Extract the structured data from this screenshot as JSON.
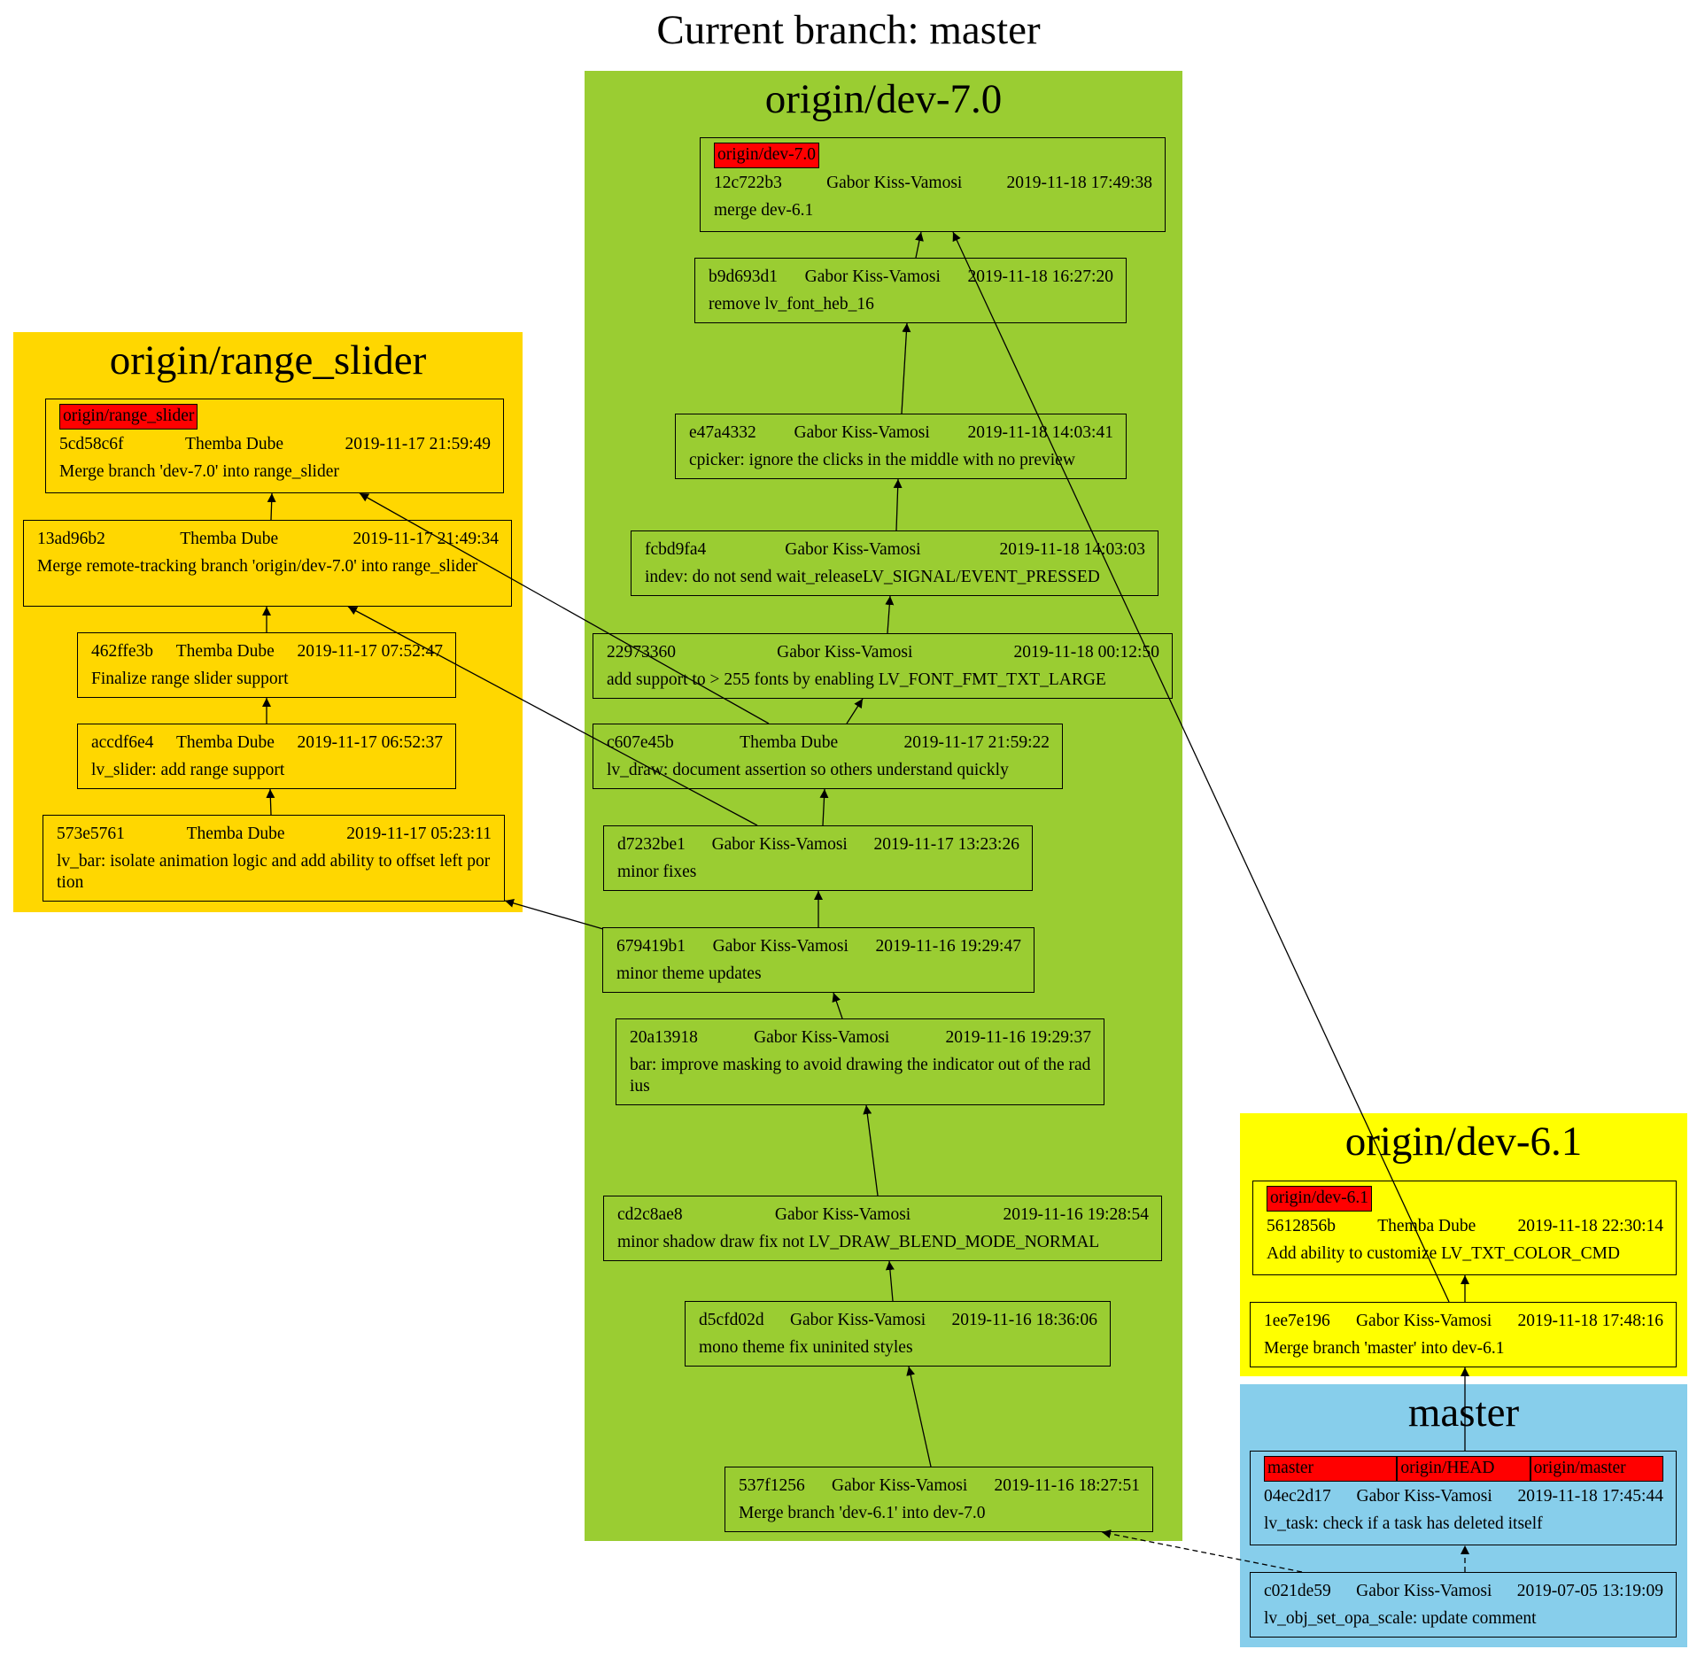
{
  "title": "Current branch: master",
  "colors": {
    "range_slider_cluster": "#ffd700",
    "dev70_cluster": "#9acd32",
    "dev61_cluster": "#ffff00",
    "master_cluster": "#87ceeb",
    "ref_label": "#ff0000"
  },
  "clusters": {
    "range_slider": {
      "title": "origin/range_slider",
      "commits": {
        "c5cd58c6f": {
          "refs": [
            "origin/range_slider"
          ],
          "hash": "5cd58c6f",
          "author": "Themba Dube",
          "date": "2019-11-17 21:59:49",
          "message": "Merge branch 'dev-7.0' into range_slider"
        },
        "c13ad96b2": {
          "hash": "13ad96b2",
          "author": "Themba Dube",
          "date": "2019-11-17 21:49:34",
          "message": "Merge remote-tracking branch 'origin/dev-7.0' into range_slider"
        },
        "c462ffe3b": {
          "hash": "462ffe3b",
          "author": "Themba Dube",
          "date": "2019-11-17 07:52:47",
          "message": "Finalize range slider support"
        },
        "caccdf6e4": {
          "hash": "accdf6e4",
          "author": "Themba Dube",
          "date": "2019-11-17 06:52:37",
          "message": "lv_slider: add range support"
        },
        "c573e5761": {
          "hash": "573e5761",
          "author": "Themba Dube",
          "date": "2019-11-17 05:23:11",
          "message": "lv_bar: isolate animation logic and add ability to offset left portion"
        }
      }
    },
    "dev70": {
      "title": "origin/dev-7.0",
      "commits": {
        "c12c722b3": {
          "refs": [
            "origin/dev-7.0"
          ],
          "hash": "12c722b3",
          "author": "Gabor Kiss-Vamosi",
          "date": "2019-11-18 17:49:38",
          "message": "merge dev-6.1"
        },
        "cb9d693d1": {
          "hash": "b9d693d1",
          "author": "Gabor Kiss-Vamosi",
          "date": "2019-11-18 16:27:20",
          "message": "remove lv_font_heb_16"
        },
        "ce47a4332": {
          "hash": "e47a4332",
          "author": "Gabor Kiss-Vamosi",
          "date": "2019-11-18 14:03:41",
          "message": "cpicker: ignore the clicks in the middle with no preview"
        },
        "cfcbd9fa4": {
          "hash": "fcbd9fa4",
          "author": "Gabor Kiss-Vamosi",
          "date": "2019-11-18 14:03:03",
          "message": "indev: do not send wait_releaseLV_SIGNAL/EVENT_PRESSED"
        },
        "c22973360": {
          "hash": "22973360",
          "author": "Gabor Kiss-Vamosi",
          "date": "2019-11-18 00:12:50",
          "message": "add support to > 255 fonts by enabling LV_FONT_FMT_TXT_LARGE"
        },
        "cc607e45b": {
          "hash": "c607e45b",
          "author": "Themba Dube",
          "date": "2019-11-17 21:59:22",
          "message": "lv_draw: document assertion so others understand quickly"
        },
        "cd7232be1": {
          "hash": "d7232be1",
          "author": "Gabor Kiss-Vamosi",
          "date": "2019-11-17 13:23:26",
          "message": "minor fixes"
        },
        "c679419b1": {
          "hash": "679419b1",
          "author": "Gabor Kiss-Vamosi",
          "date": "2019-11-16 19:29:47",
          "message": "minor theme updates"
        },
        "c20a13918": {
          "hash": "20a13918",
          "author": "Gabor Kiss-Vamosi",
          "date": "2019-11-16 19:29:37",
          "message": "bar: improve masking to avoid drawing the indicator out of the radius"
        },
        "ccd2c8ae8": {
          "hash": "cd2c8ae8",
          "author": "Gabor Kiss-Vamosi",
          "date": "2019-11-16 19:28:54",
          "message": "minor shadow draw fix not LV_DRAW_BLEND_MODE_NORMAL"
        },
        "cd5cfd02d": {
          "hash": "d5cfd02d",
          "author": "Gabor Kiss-Vamosi",
          "date": "2019-11-16 18:36:06",
          "message": "mono theme fix uninited styles"
        },
        "c537f1256": {
          "hash": "537f1256",
          "author": "Gabor Kiss-Vamosi",
          "date": "2019-11-16 18:27:51",
          "message": "Merge branch 'dev-6.1' into dev-7.0"
        }
      }
    },
    "dev61": {
      "title": "origin/dev-6.1",
      "commits": {
        "c5612856b": {
          "refs": [
            "origin/dev-6.1"
          ],
          "hash": "5612856b",
          "author": "Themba Dube",
          "date": "2019-11-18 22:30:14",
          "message": "Add ability to customize LV_TXT_COLOR_CMD"
        },
        "c1ee7e196": {
          "hash": "1ee7e196",
          "author": "Gabor Kiss-Vamosi",
          "date": "2019-11-18 17:48:16",
          "message": "Merge branch 'master' into dev-6.1"
        }
      }
    },
    "master": {
      "title": "master",
      "commits": {
        "c04ec2d17": {
          "refs": [
            "master",
            "origin/HEAD",
            "origin/master"
          ],
          "hash": "04ec2d17",
          "author": "Gabor Kiss-Vamosi",
          "date": "2019-11-18 17:45:44",
          "message": "lv_task: check if a task has deleted itself"
        },
        "cc021de59": {
          "hash": "c021de59",
          "author": "Gabor Kiss-Vamosi",
          "date": "2019-07-05 13:19:09",
          "message": "lv_obj_set_opa_scale: update comment"
        }
      }
    }
  }
}
